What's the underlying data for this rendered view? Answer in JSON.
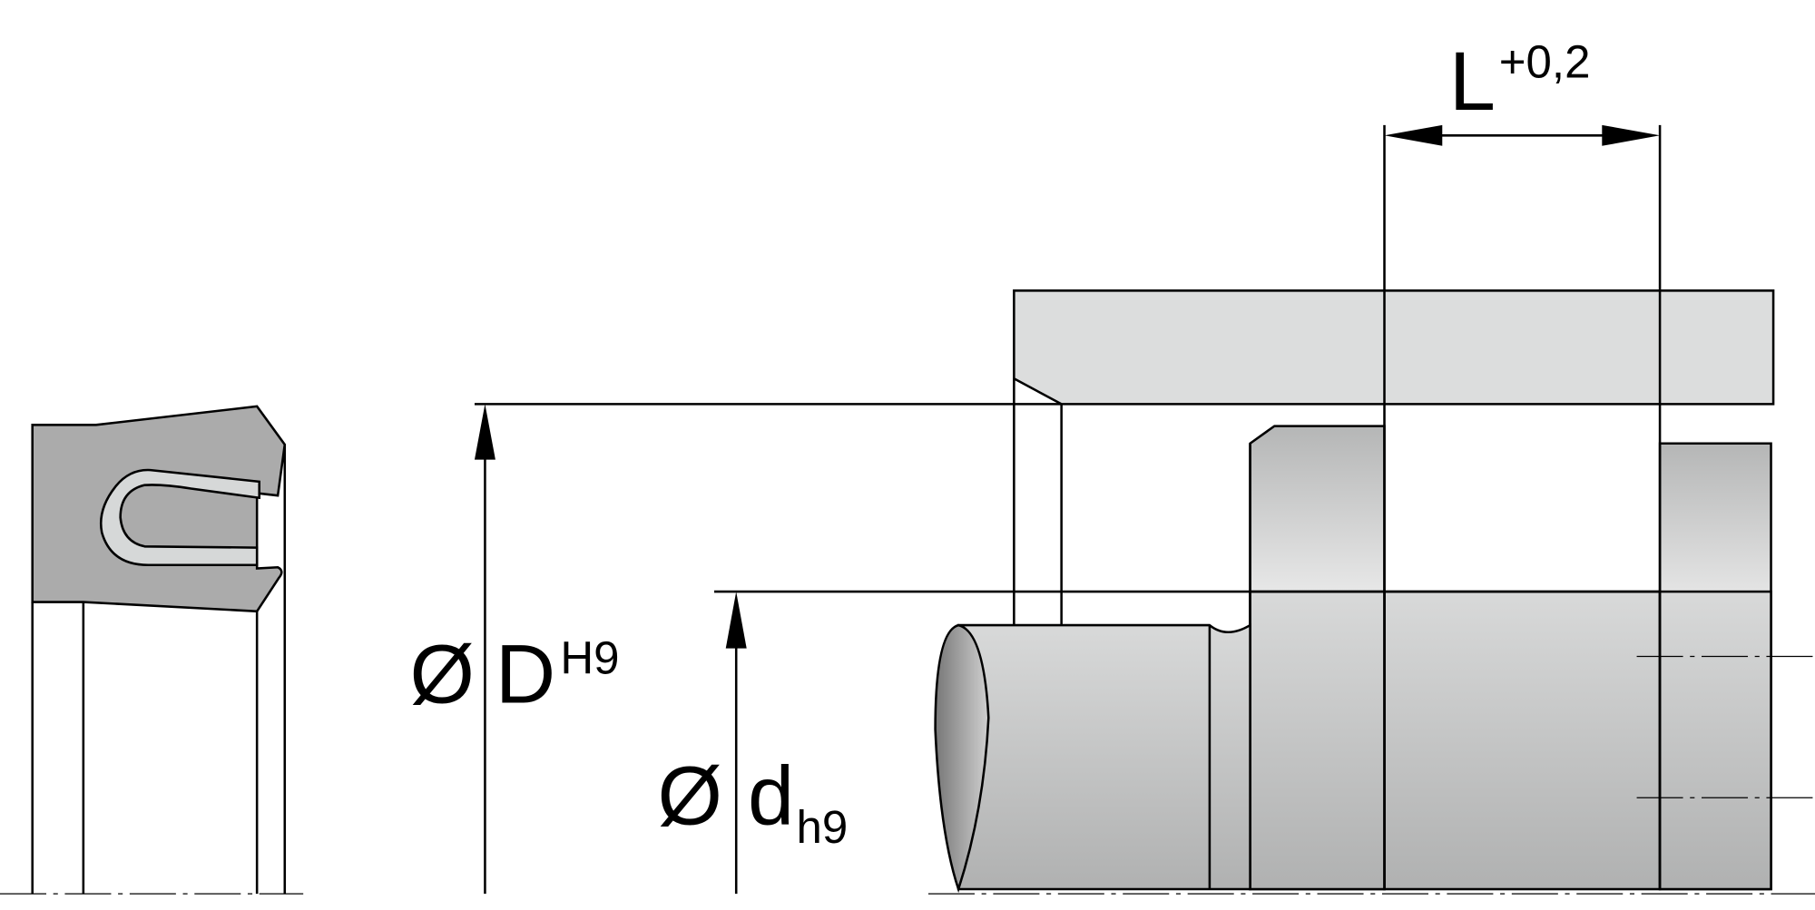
{
  "labels": {
    "bore_symbol": "Ø",
    "bore_letter": "D",
    "bore_tolerance": "H9",
    "rod_symbol": "Ø",
    "rod_letter": "d",
    "rod_tolerance": "h9",
    "length_letter": "L",
    "length_tolerance": "+0,2"
  },
  "colors": {
    "seal": "#ababab",
    "spring": "#d6d8d8",
    "housing": "#dcdddd",
    "outline": "#000000"
  }
}
